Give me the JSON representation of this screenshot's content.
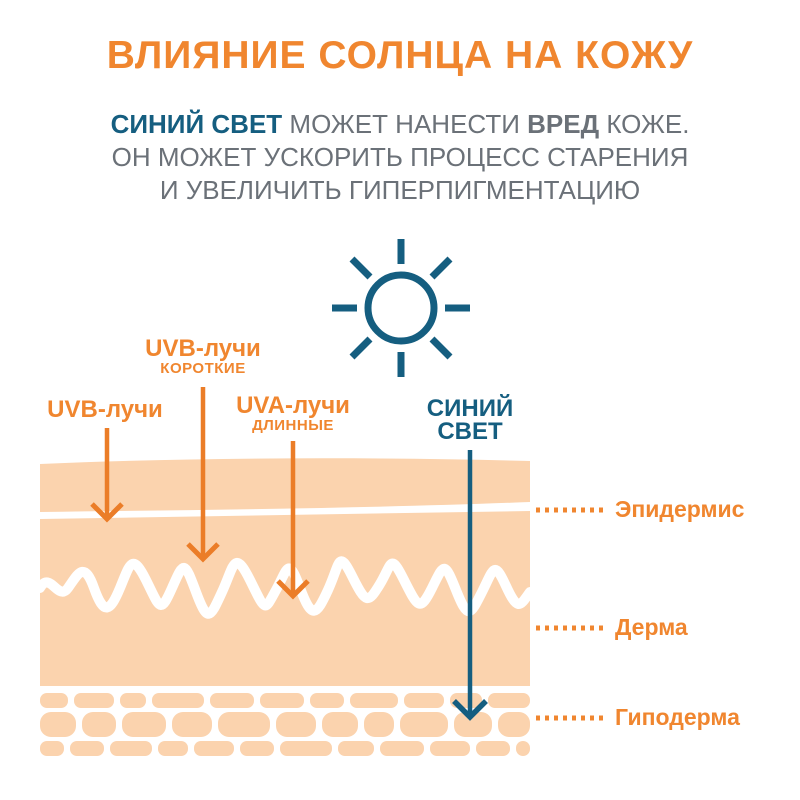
{
  "title": "ВЛИЯНИЕ СОЛНЦА НА КОЖУ",
  "subtitle": {
    "part1_blue_bold": "СИНИЙ СВЕТ",
    "part2": " МОЖЕТ НАНЕСТИ ",
    "part3_bold": "ВРЕД",
    "part4": " КОЖЕ.",
    "line2": "ОН МОЖЕТ УСКОРИТЬ ПРОЦЕСС СТАРЕНИЯ",
    "line3": "И УВЕЛИЧИТЬ ГИПЕРПИГМЕНТАЦИЮ"
  },
  "ray_labels": {
    "uvb_left": "UVB-лучи",
    "uvb_short_title": "UVB-лучи",
    "uvb_short_sub": "КОРОТКИЕ",
    "uva_title": "UVA-лучи",
    "uva_sub": "ДЛИННЫЕ",
    "blue_line1": "СИНИЙ",
    "blue_line2": "СВЕТ"
  },
  "skin_layers": {
    "epidermis": "Эпидермис",
    "dermis": "Дерма",
    "hypodermis": "Гиподерма"
  },
  "icons": {
    "sun": "sun-icon"
  },
  "colors": {
    "orange": "#F0862F",
    "arrow-orange": "#EB7D28",
    "blue": "#155E80",
    "gray": "#6B7178",
    "skin": "#FBD3AE",
    "bg": "#FFFFFF"
  }
}
